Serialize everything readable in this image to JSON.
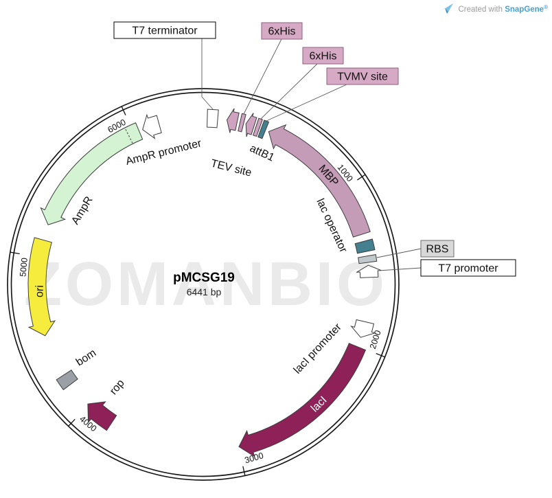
{
  "credit": {
    "prefix": "Created with ",
    "brand": "SnapGene",
    "registered": "®"
  },
  "watermark": "ZOMANBIO",
  "plasmid": {
    "name": "pMCSG19",
    "size_label": "6441 bp",
    "length_bp": 6441
  },
  "ticks": [
    {
      "label": "1000",
      "bp": 1000
    },
    {
      "label": "2000",
      "bp": 2000
    },
    {
      "label": "3000",
      "bp": 3000
    },
    {
      "label": "4000",
      "bp": 4000
    },
    {
      "label": "5000",
      "bp": 5000
    },
    {
      "label": "6000",
      "bp": 6000
    }
  ],
  "features": [
    {
      "id": "t7-terminator",
      "label": "T7 terminator",
      "type": "box",
      "start_deg": 1.4,
      "end_deg": 5.0,
      "fill": "#ffffff"
    },
    {
      "id": "tev-site",
      "label": "TEV site",
      "type": "arrow",
      "tip": "ccw",
      "start_deg": 8.2,
      "end_deg": 11.8,
      "fill": "#cfa3bf"
    },
    {
      "id": "6xhis-1",
      "label": "6xHis",
      "type": "box",
      "start_deg": 12.8,
      "end_deg": 14.1,
      "fill": "#cfa3bf"
    },
    {
      "id": "attb1",
      "label": "attB1",
      "type": "arrow",
      "tip": "ccw",
      "start_deg": 14.9,
      "end_deg": 17.8,
      "fill": "#cfa3bf"
    },
    {
      "id": "6xhis-2",
      "label": "6xHis",
      "type": "box",
      "start_deg": 18.5,
      "end_deg": 19.8,
      "fill": "#cfa3bf"
    },
    {
      "id": "tvmv-site",
      "label": "TVMV site",
      "type": "box",
      "start_deg": 20.4,
      "end_deg": 22.0,
      "fill": "#44808f"
    },
    {
      "id": "mbp",
      "label": "MBP",
      "type": "arrow",
      "tip": "ccw",
      "start_deg": 23.2,
      "end_deg": 72.5,
      "fill": "#c59cb7"
    },
    {
      "id": "lac-operator",
      "label": "lac operator",
      "type": "box",
      "start_deg": 75.0,
      "end_deg": 78.6,
      "fill": "#44808f"
    },
    {
      "id": "rbs",
      "label": "RBS",
      "type": "box",
      "start_deg": 80.2,
      "end_deg": 82.4,
      "fill": "#c2c9cd"
    },
    {
      "id": "t7-promoter",
      "label": "T7 promoter",
      "type": "arrow",
      "tip": "ccw",
      "start_deg": 83.4,
      "end_deg": 87.6,
      "fill": "#ffffff"
    },
    {
      "id": "laci-promoter",
      "label": "lacI promoter",
      "type": "arrow",
      "tip": "cw",
      "start_deg": 103.0,
      "end_deg": 108.6,
      "fill": "#ffffff"
    },
    {
      "id": "laci",
      "label": "lacI",
      "type": "arrow",
      "tip": "cw",
      "start_deg": 112.0,
      "end_deg": 167.6,
      "fill": "#8e2157"
    },
    {
      "id": "rop",
      "label": "rop",
      "type": "arrow",
      "tip": "cw",
      "start_deg": 213.5,
      "end_deg": 224.0,
      "fill": "#8e2157"
    },
    {
      "id": "bom",
      "label": "bom",
      "type": "box",
      "start_deg": 233.0,
      "end_deg": 237.0,
      "fill": "#9aa0a6"
    },
    {
      "id": "ori",
      "label": "ori",
      "type": "arrow",
      "tip": "ccw",
      "start_deg": 252.0,
      "end_deg": 285.5,
      "fill": "#f5ec3d"
    },
    {
      "id": "ampr",
      "label": "AmpR",
      "type": "arrow",
      "tip": "ccw",
      "start_deg": 291.0,
      "end_deg": 337.3,
      "fill": "#d3f3d3",
      "divider_deg": 333.4
    },
    {
      "id": "ampr-promoter",
      "label": "AmpR promoter",
      "type": "arrow",
      "tip": "ccw",
      "start_deg": 338.6,
      "end_deg": 344.6,
      "fill": "#ffffff"
    }
  ]
}
